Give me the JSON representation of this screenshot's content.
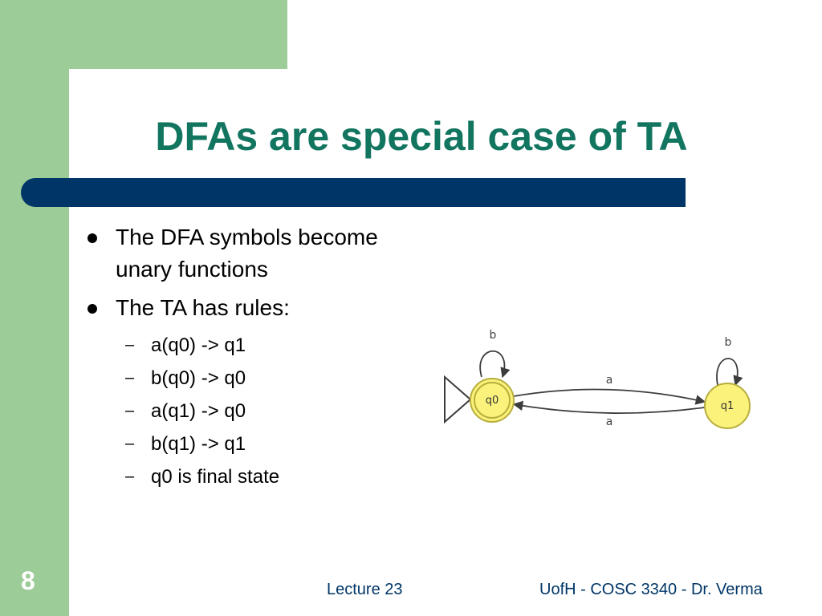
{
  "slide": {
    "title": "DFAs are special case of TA",
    "number": "8"
  },
  "bullets": [
    {
      "text": "The DFA symbols become unary functions"
    },
    {
      "text": "The TA has rules:"
    }
  ],
  "rules": [
    "a(q0) -> q1",
    "b(q0) -> q0",
    "a(q1) -> q0",
    "b(q1) -> q1",
    "q0 is final state"
  ],
  "diagram": {
    "states": [
      {
        "label": "q0",
        "final": true,
        "initial": true
      },
      {
        "label": "q1",
        "final": false,
        "initial": false
      }
    ],
    "edge_labels": {
      "q0_self": "b",
      "q1_self": "b",
      "q0_to_q1": "a",
      "q1_to_q0": "a"
    },
    "colors": {
      "state_fill": "#fbf27b",
      "state_stroke": "#b7ae3e",
      "edge": "#3c3c3c"
    }
  },
  "footer": {
    "lecture": "Lecture 23",
    "course": "UofH - COSC 3340 - Dr. Verma"
  },
  "colors": {
    "title": "#127560",
    "accent_bar": "#003667",
    "side_band": "#9ccc98",
    "footer_text": "#003667"
  }
}
